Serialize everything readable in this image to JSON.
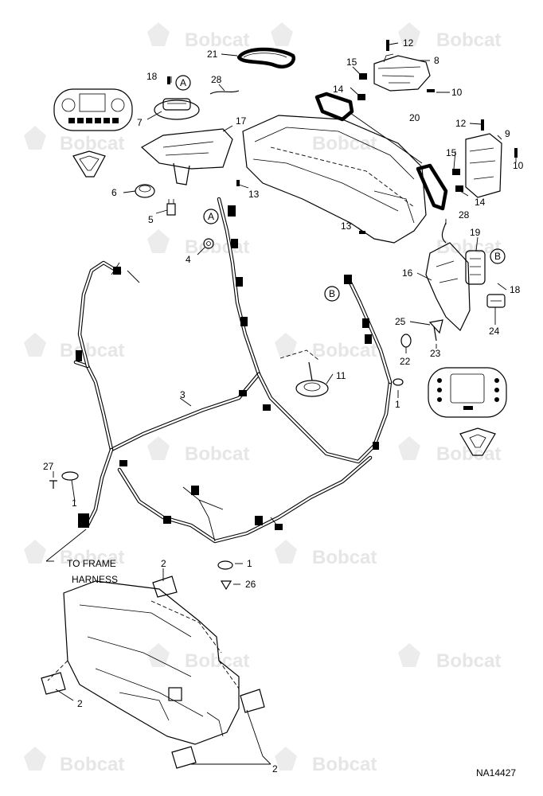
{
  "drawing_number": "NA14427",
  "watermark_text": "Bobcat",
  "notes": {
    "to_frame_harness": [
      "TO FRAME",
      "HARNESS"
    ]
  },
  "reference_markers": [
    "A",
    "A",
    "B",
    "B"
  ],
  "callouts": [
    "21",
    "12",
    "8",
    "15",
    "18",
    "28",
    "14",
    "10",
    "7",
    "17",
    "20",
    "12",
    "9",
    "15",
    "10",
    "13",
    "14",
    "6",
    "5",
    "13",
    "28",
    "4",
    "19",
    "16",
    "18",
    "25",
    "24",
    "22",
    "23",
    "11",
    "1",
    "3",
    "27",
    "1",
    "1",
    "26",
    "2",
    "2",
    "2"
  ]
}
